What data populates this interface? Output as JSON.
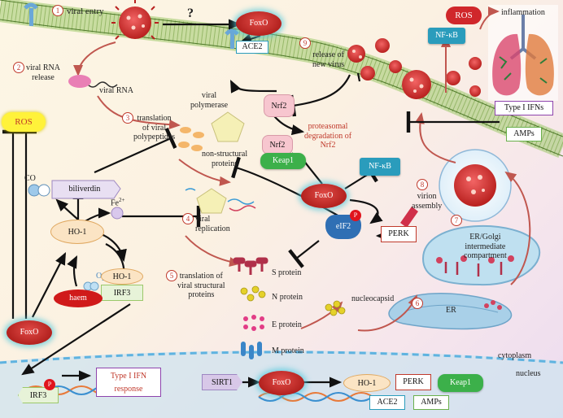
{
  "steps": {
    "s1": "1",
    "s2": "2",
    "s3": "3",
    "s4": "4",
    "s5": "5",
    "s6": "6",
    "s7": "7",
    "s8": "8",
    "s9": "9"
  },
  "labels": {
    "viral_entry": "viral entry",
    "question_mark": "?",
    "viral_rna_release": "viral RNA\nrelease",
    "viral_rna": "viral RNA",
    "translation_polypeptides": "translation\nof viral\npolypeptides",
    "viral_polymerase": "viral\npolymerase",
    "non_structural_proteins": "non-structural\nproteins",
    "viral_replication": "viral\nreplication",
    "translation_structural": "translation of\nviral structural\nproteins",
    "s_protein": "S protein",
    "n_protein": "N protein",
    "e_protein": "E protein",
    "m_protein": "M protein",
    "nucleocapsid": "nucleocapsid",
    "er": "ER",
    "er_golgi": "ER/Golgi\nintermediate\ncompartment",
    "virion_assembly": "virion\nassembly",
    "release_new_virus": "release of\nnew virus",
    "proteasomal_degradation": "proteasomal\ndegradation of\nNrf2",
    "inflammation": "inflammation",
    "cytoplasm": "cytoplasm",
    "nucleus": "nucleus",
    "co": "CO",
    "fe": "Fe",
    "fe_sup": "2+",
    "o2": "O",
    "o2_sub": "2"
  },
  "nodes": {
    "foxo_top": "FoxO",
    "ace2_top": "ACE2",
    "ros_left": "ROS",
    "ros_right": "ROS",
    "nfkb_right": "NF-κB",
    "type1_ifns": "Type I IFNs",
    "amps_right": "AMPs",
    "nrf2_mid": "Nrf2",
    "nrf2_keap": "Nrf2",
    "keap1_mid": "Keap1",
    "nfkb_mid": "NF-κB",
    "foxo_mid": "FoxO",
    "perk_mid": "PERK",
    "eif2": "eIF2",
    "eif2_p": "P",
    "biliverdin": "biliverdin",
    "ho1_main": "HO-1",
    "ho1_complex": "HO-1",
    "irf3_complex": "IRF3",
    "haem": "haem",
    "foxo_left": "FoxO",
    "irf3_nuc": "IRF3",
    "irf3_p": "P",
    "type1_ifn_response": "Type I IFN\nresponse",
    "sirt1": "SIRT1",
    "foxo_nuc": "FoxO",
    "ho1_nuc": "HO-1",
    "perk_nuc": "PERK",
    "keap1_nuc": "Keap1",
    "ace2_nuc": "ACE2",
    "amps_nuc": "AMPs"
  },
  "colors": {
    "inhibition": "#111111",
    "activation": "#111111",
    "pathway": "#c0574f",
    "membrane": "#9cc86a",
    "nucleus_membrane": "#5fb3e0"
  }
}
